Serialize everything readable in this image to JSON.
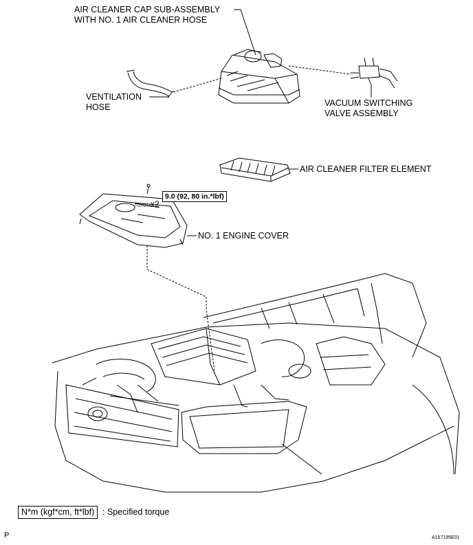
{
  "labels": {
    "cap_line1": "AIR CLEANER CAP SUB-ASSEMBLY",
    "cap_line2": "WITH NO. 1 AIR CLEANER HOSE",
    "vent_line1": "VENTILATION",
    "vent_line2": "HOSE",
    "vsv_line1": "VACUUM SWITCHING",
    "vsv_line2": "VALVE ASSEMBLY",
    "filter": "AIR CLEANER FILTER ELEMENT",
    "engine_cover": "NO. 1 ENGINE COVER",
    "torque": "9.0 (92, 80 in.*lbf)",
    "multiplier": "x2"
  },
  "legend": {
    "box": "N*m (kgf*cm, ft*lbf)",
    "text": ": Specified torque"
  },
  "footer": {
    "page_letter": "P",
    "figure_id": "A167195E01"
  }
}
